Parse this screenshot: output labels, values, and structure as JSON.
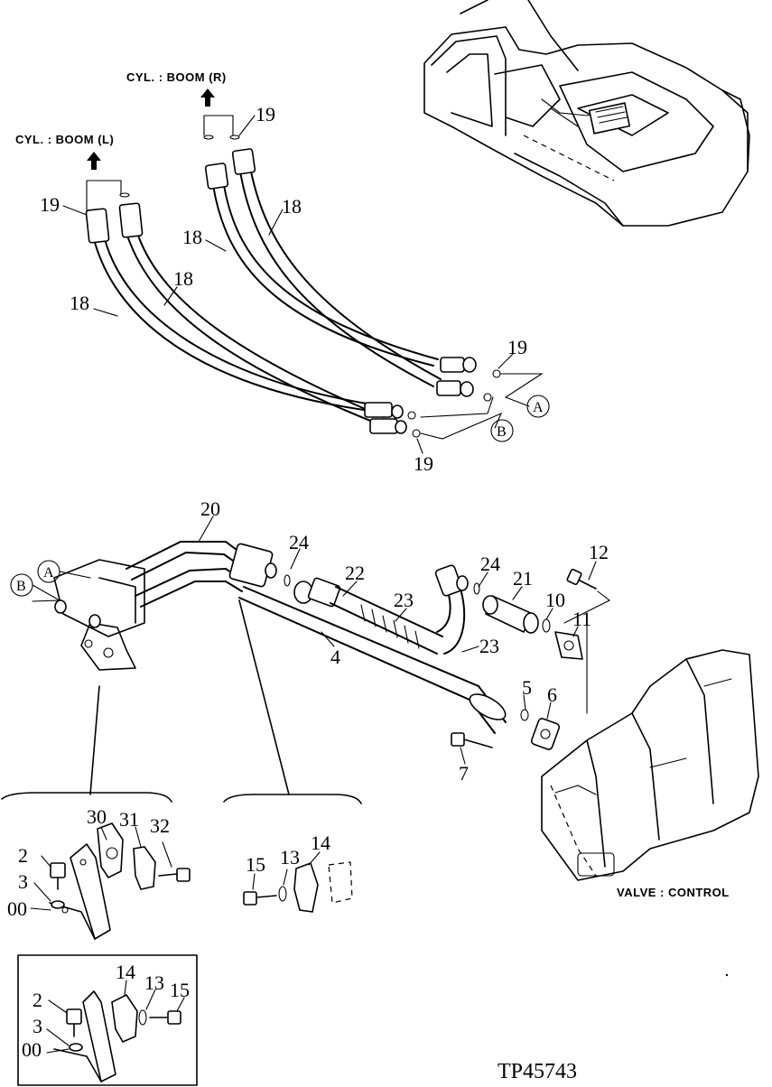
{
  "captions": {
    "boom_right": "CYL. : BOOM (R)",
    "boom_left": "CYL. : BOOM (L)",
    "valve": "VALVE : CONTROL",
    "code": "TP45743"
  },
  "callout_letters": {
    "a": "A",
    "b": "B"
  },
  "callouts": {
    "upper": {
      "c19_top": "19",
      "c19_left": "19",
      "c18_a": "18",
      "c18_b": "18",
      "c18_c": "18",
      "c18_d": "18",
      "c19_right": "19",
      "c19_bottom": "19"
    },
    "middle": {
      "c20": "20",
      "c24_a": "24",
      "c22": "22",
      "c23_a": "23",
      "c24_b": "24",
      "c21": "21",
      "c12": "12",
      "c10": "10",
      "c11": "11",
      "c4": "4",
      "c23_b": "23",
      "c5": "5",
      "c6": "6",
      "c7": "7"
    },
    "detail_left": {
      "c30": "30",
      "c31": "31",
      "c32": "32",
      "c2": "2",
      "c3": "3",
      "c00": "00"
    },
    "detail_center": {
      "c15": "15",
      "c13": "13",
      "c14": "14"
    },
    "detail_box": {
      "c14": "14",
      "c13": "13",
      "c15": "15",
      "c2": "2",
      "c3": "3",
      "c00": "00"
    }
  }
}
